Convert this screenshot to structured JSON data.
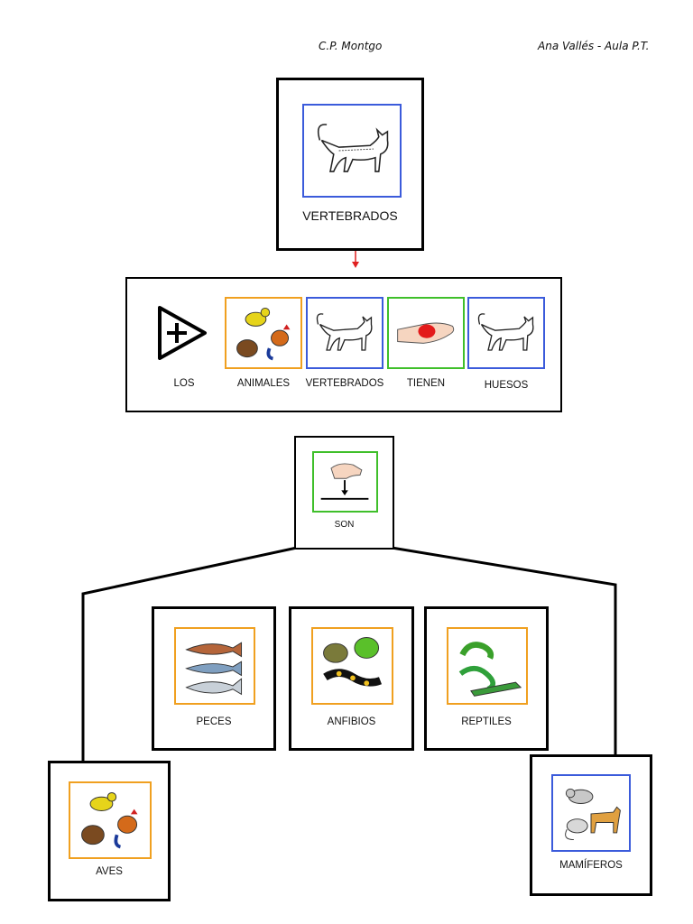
{
  "header": {
    "school": "C.P. Montgo",
    "author": "Ana Vallés - Aula P.T."
  },
  "top": {
    "label": "VERTEBRADOS",
    "icon": "cat-skeleton-icon"
  },
  "sentence": [
    {
      "label": "LOS",
      "icon": "article-plus-triangle-icon"
    },
    {
      "label": "ANIMALES",
      "icon": "birds-icon",
      "color": "#f0a020"
    },
    {
      "label": "VERTEBRADOS",
      "icon": "cat-skeleton-icon",
      "color": "#3b5bdb"
    },
    {
      "label": "TIENEN",
      "icon": "hand-holding-icon",
      "color": "#3fbf2a"
    },
    {
      "label": "HUESOS",
      "icon": "cat-skeleton-icon",
      "color": "#3b5bdb"
    }
  ],
  "verb": {
    "label": "SON",
    "icon": "hand-pointing-down-icon",
    "color": "#3fbf2a"
  },
  "classes": [
    {
      "label": "PECES",
      "icon": "fish-icon",
      "color": "#f0a020"
    },
    {
      "label": "ANFIBIOS",
      "icon": "frog-salamander-icon",
      "color": "#f0a020"
    },
    {
      "label": "REPTILES",
      "icon": "reptiles-icon",
      "color": "#f0a020"
    },
    {
      "label": "AVES",
      "icon": "birds-icon",
      "color": "#f0a020"
    },
    {
      "label": "MAMÍFEROS",
      "icon": "mammals-icon",
      "color": "#3b5bdb"
    }
  ]
}
